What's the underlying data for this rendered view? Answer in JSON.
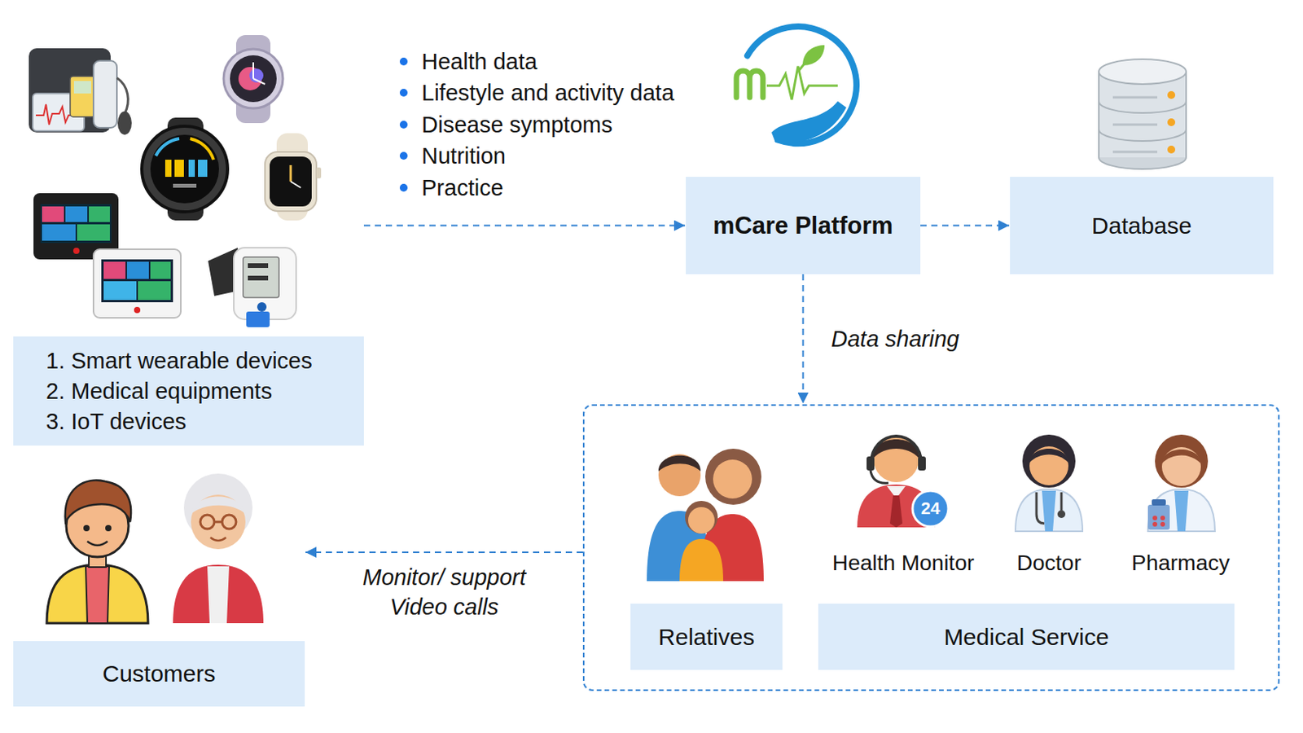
{
  "diagram": {
    "nodes": [
      {
        "text": [
          "1. Smart wearable devices",
          "2. Medical equipments",
          "3. IoT devices"
        ]
      },
      {
        "text": [
          "mCare Platform"
        ]
      },
      {
        "text": [
          "Database"
        ]
      },
      {
        "text": []
      },
      {
        "text": [
          "Relatives"
        ],
        "in": 3
      },
      {
        "text": [
          "Medical Service"
        ],
        "in": 3
      },
      {
        "text": [
          "Customers"
        ]
      }
    ],
    "edges": [
      {
        "from": 0,
        "to": 1,
        "arrow": "to"
      },
      {
        "from": 1,
        "to": 2,
        "arrow": "to"
      },
      {
        "from": 1,
        "to": 3,
        "label": "Data sharing",
        "arrow": "to"
      },
      {
        "from": 3,
        "to": 6,
        "label": "Monitor/ support Video calls",
        "arrow": "to"
      }
    ],
    "labels": [
      "Health data",
      "Lifestyle and activity data",
      "Disease symptoms",
      "Nutrition",
      "Practice",
      "24",
      "Health Monitor",
      "Doctor",
      "Pharmacy"
    ]
  }
}
